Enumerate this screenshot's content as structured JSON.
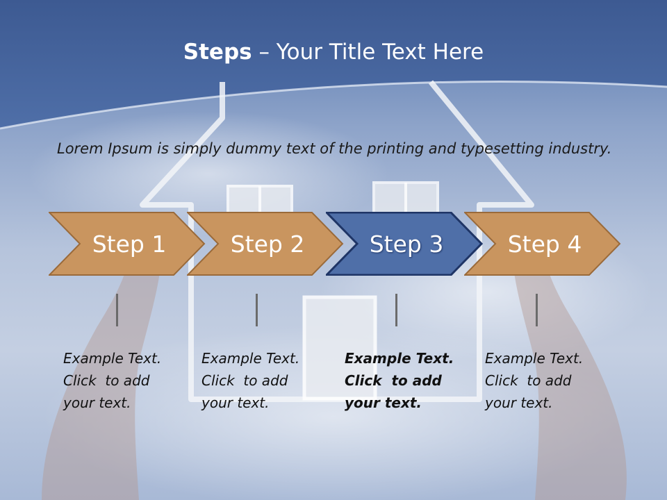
{
  "title": {
    "bold": "Steps",
    "rest": " – Your Title Text Here"
  },
  "intro": "Lorem Ipsum is simply dummy text of the printing and typesetting industry.",
  "colors": {
    "step_orange": "#c9955f",
    "step_blue": "#4f6fa8",
    "title_text": "#ffffff"
  },
  "steps": [
    {
      "label": "Step 1",
      "active": false,
      "lines": [
        "Example Text.",
        "Click  to add",
        "your text."
      ]
    },
    {
      "label": "Step 2",
      "active": false,
      "lines": [
        "Example Text.",
        "Click  to add",
        "your text."
      ]
    },
    {
      "label": "Step 3",
      "active": true,
      "lines": [
        "Example Text.",
        "Click  to add",
        "your text."
      ]
    },
    {
      "label": "Step 4",
      "active": false,
      "lines": [
        "Example Text.",
        "Click  to add",
        "your text."
      ]
    }
  ]
}
